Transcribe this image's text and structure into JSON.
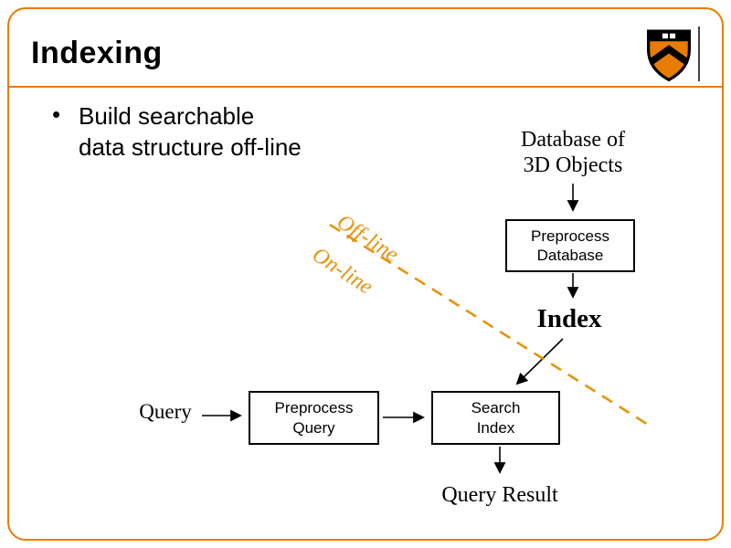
{
  "slide": {
    "title": "Indexing",
    "bullet": {
      "marker": "•",
      "lines": [
        "Build searchable",
        "data structure off-line"
      ]
    }
  },
  "logo": {
    "name": "princeton-shield"
  },
  "diagram": {
    "database": {
      "line1": "Database of",
      "line2": "3D Objects"
    },
    "preprocess_database": {
      "line1": "Preprocess",
      "line2": "Database"
    },
    "index": "Index",
    "query": "Query",
    "preprocess_query": {
      "line1": "Preprocess",
      "line2": "Query"
    },
    "search_index": {
      "line1": "Search",
      "line2": "Index"
    },
    "query_result": "Query Result",
    "offline": "Off-line",
    "online": "On-line"
  },
  "colors": {
    "frame_orange": "#E77C00",
    "dash_orange": "#E8920B",
    "box_border_black": "#000000"
  }
}
